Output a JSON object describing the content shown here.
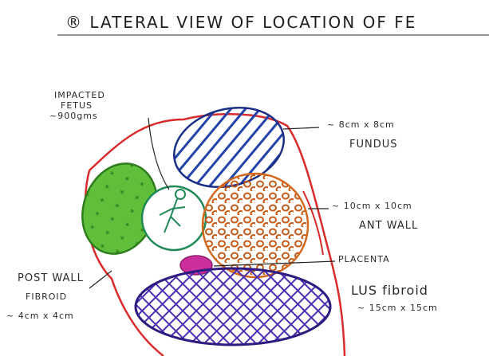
{
  "title": "® LATERAL VIEW OF LOCATION OF FE",
  "labels": {
    "impacted_line1": "IMPACTED",
    "impacted_line2": "FETUS",
    "impacted_line3": "~900gms",
    "fundus_size": "~ 8cm x 8cm",
    "fundus_name": "FUNDUS",
    "ant_size": "~ 10cm x 10cm",
    "ant_name": "ANT WALL",
    "placenta": "PLACENTA",
    "post_line1": "POST WALL",
    "post_line2": "FIBROID",
    "post_size": "~ 4cm x 4cm",
    "lus_name": "LUS fibroid",
    "lus_size": "~ 15cm x 15cm"
  },
  "colors": {
    "outline_red": "#d92b2b",
    "fundus_blue": "#2343a8",
    "post_green": "#4aa52a",
    "fetus_green": "#1f8a55",
    "ant_orange": "#d2691e",
    "placenta_magenta": "#cc2f9c",
    "lus_purple": "#4b2fb0"
  }
}
